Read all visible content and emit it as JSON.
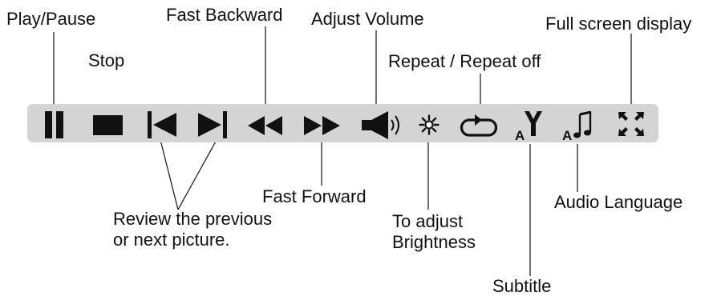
{
  "labels": {
    "play_pause": "Play/Pause",
    "stop": "Stop",
    "fast_backward": "Fast Backward",
    "adjust_volume": "Adjust Volume",
    "repeat": "Repeat / Repeat off",
    "full_screen": "Full screen display",
    "fast_forward": "Fast Forward",
    "review_line1": "Review the previous",
    "review_line2": "or next picture.",
    "brightness_line1": "To adjust",
    "brightness_line2": "Brightness",
    "audio_language": "Audio Language",
    "subtitle": "Subtitle"
  },
  "icon_glyphs": {
    "subtitle_letter": "A",
    "audio_letter": "A"
  },
  "toolbar": {
    "buttons": [
      {
        "name": "play-pause-icon"
      },
      {
        "name": "stop-icon"
      },
      {
        "name": "previous-picture-icon"
      },
      {
        "name": "next-picture-icon"
      },
      {
        "name": "fast-backward-icon"
      },
      {
        "name": "fast-forward-icon"
      },
      {
        "name": "volume-icon"
      },
      {
        "name": "brightness-icon"
      },
      {
        "name": "repeat-icon"
      },
      {
        "name": "subtitle-icon"
      },
      {
        "name": "audio-language-icon"
      },
      {
        "name": "fullscreen-icon"
      }
    ]
  },
  "colors": {
    "toolbar_bg": "#d4d4d4",
    "icon": "#111111",
    "text": "#111111"
  }
}
